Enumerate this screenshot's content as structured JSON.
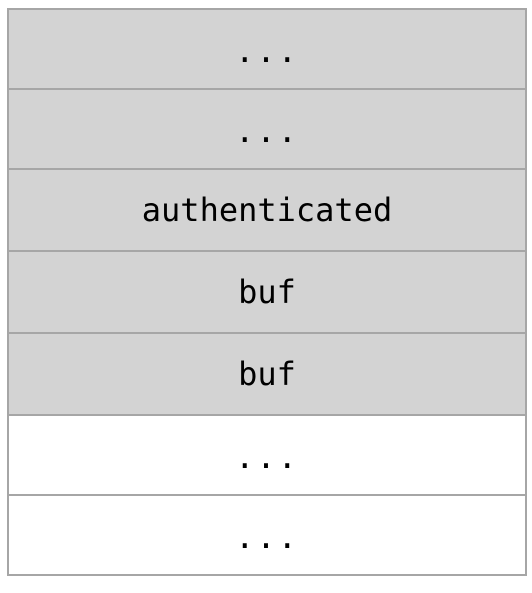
{
  "stack_diagram": {
    "cells": [
      {
        "label": "...",
        "highlighted": true
      },
      {
        "label": "...",
        "highlighted": true
      },
      {
        "label": "authenticated",
        "highlighted": true
      },
      {
        "label": "buf",
        "highlighted": true
      },
      {
        "label": "buf",
        "highlighted": true
      },
      {
        "label": "...",
        "highlighted": false
      },
      {
        "label": "...",
        "highlighted": false
      }
    ],
    "colors": {
      "highlight_fill": "#d3d3d3",
      "plain_fill": "#ffffff",
      "border": "#a6a6a6",
      "text": "#000000"
    }
  }
}
